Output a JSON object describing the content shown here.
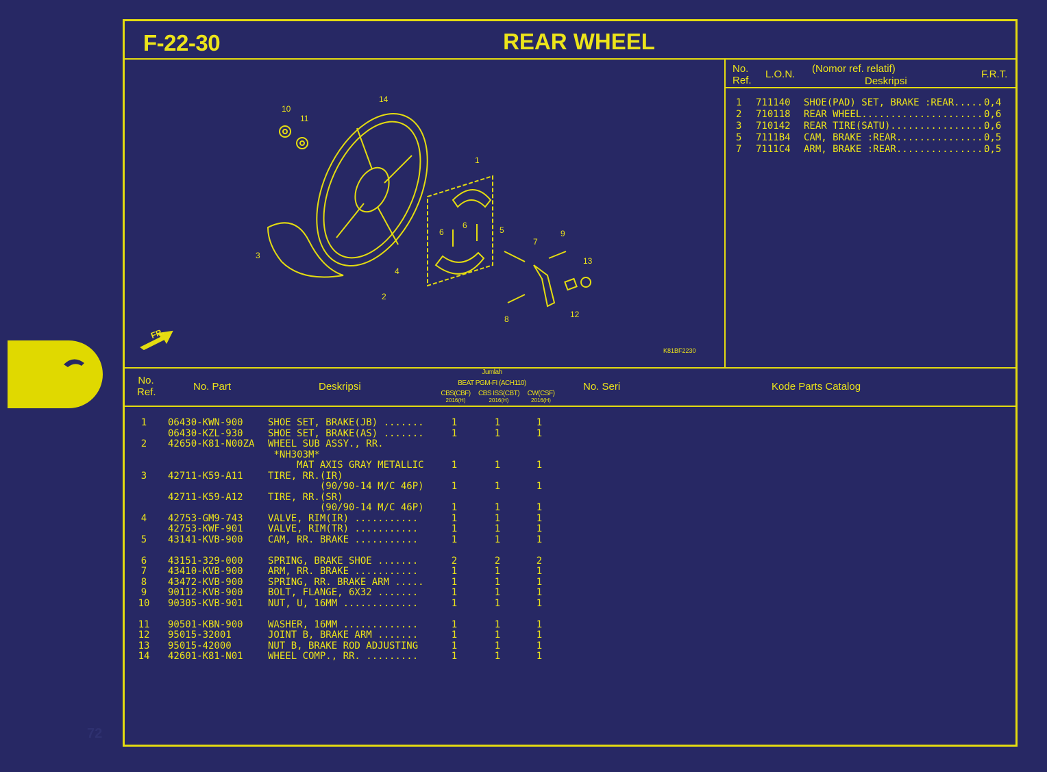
{
  "header": {
    "code": "F-22-30",
    "title": "REAR WHEEL"
  },
  "frt_table": {
    "headers": {
      "ref": "No.\nRef.",
      "ref1": "No.",
      "ref2": "Ref.",
      "lon": "L.O.N.",
      "note": "(Nomor ref. relatif)",
      "desc": "Deskripsi",
      "frt": "F.R.T."
    },
    "rows": [
      {
        "ref": "1",
        "lon": "711140",
        "desc": "SHOE(PAD) SET, BRAKE :REAR.....",
        "frt": "0,4"
      },
      {
        "ref": "2",
        "lon": "710118",
        "desc": "REAR WHEEL......................",
        "frt": "0,6"
      },
      {
        "ref": "3",
        "lon": "710142",
        "desc": "REAR TIRE(SATU).................",
        "frt": "0,6"
      },
      {
        "ref": "5",
        "lon": "7111B4",
        "desc": "CAM, BRAKE :REAR................",
        "frt": "0,5"
      },
      {
        "ref": "7",
        "lon": "7111C4",
        "desc": "ARM, BRAKE :REAR................",
        "frt": "0,5"
      }
    ]
  },
  "diagram": {
    "callouts": [
      "1",
      "2",
      "3",
      "4",
      "5",
      "6",
      "6",
      "7",
      "8",
      "9",
      "10",
      "11",
      "12",
      "13",
      "14"
    ],
    "front_label": "FR.",
    "drawing_code": "K81BF2230"
  },
  "parts_table": {
    "headers": {
      "ref1": "No.",
      "ref2": "Ref.",
      "part": "No. Part",
      "desc": "Deskripsi",
      "qty_title": "Jumlah",
      "model": "BEAT PGM-FI (ACH110)",
      "variants": [
        {
          "name": "CBS(CBF)",
          "year": "2016(H)"
        },
        {
          "name": "CBS ISS(CBT)",
          "year": "2016(H)"
        },
        {
          "name": "CW(CSF)",
          "year": "2016(H)"
        }
      ],
      "serial": "No. Seri",
      "catalog": "Kode Parts Catalog"
    },
    "groups": [
      [
        {
          "ref": "1",
          "part": "06430-KWN-900",
          "desc": "SHOE SET, BRAKE(JB) .......",
          "qty": [
            "1",
            "1",
            "1"
          ]
        },
        {
          "ref": "",
          "part": "06430-KZL-930",
          "desc": "SHOE SET, BRAKE(AS) .......",
          "qty": [
            "1",
            "1",
            "1"
          ]
        },
        {
          "ref": "2",
          "part": "42650-K81-N00ZA",
          "desc": "WHEEL SUB ASSY., RR.",
          "qty": [
            "",
            "",
            ""
          ]
        },
        {
          "ref": "",
          "part": "",
          "desc": " *NH303M*",
          "qty": [
            "",
            "",
            ""
          ]
        },
        {
          "ref": "",
          "part": "",
          "desc": "     MAT AXIS GRAY METALLIC",
          "qty": [
            "1",
            "1",
            "1"
          ]
        },
        {
          "ref": "3",
          "part": "42711-K59-A11",
          "desc": "TIRE, RR.(IR)",
          "qty": [
            "",
            "",
            ""
          ]
        },
        {
          "ref": "",
          "part": "",
          "desc": "         (90/90-14 M/C 46P)",
          "qty": [
            "1",
            "1",
            "1"
          ]
        },
        {
          "ref": "",
          "part": "42711-K59-A12",
          "desc": "TIRE, RR.(SR)",
          "qty": [
            "",
            "",
            ""
          ]
        },
        {
          "ref": "",
          "part": "",
          "desc": "         (90/90-14 M/C 46P)",
          "qty": [
            "1",
            "1",
            "1"
          ]
        },
        {
          "ref": "4",
          "part": "42753-GM9-743",
          "desc": "VALVE, RIM(IR) ...........",
          "qty": [
            "1",
            "1",
            "1"
          ]
        },
        {
          "ref": "",
          "part": "42753-KWF-901",
          "desc": "VALVE, RIM(TR) ...........",
          "qty": [
            "1",
            "1",
            "1"
          ]
        },
        {
          "ref": "5",
          "part": "43141-KVB-900",
          "desc": "CAM, RR. BRAKE ...........",
          "qty": [
            "1",
            "1",
            "1"
          ]
        }
      ],
      [
        {
          "ref": "6",
          "part": "43151-329-000",
          "desc": "SPRING, BRAKE SHOE .......",
          "qty": [
            "2",
            "2",
            "2"
          ]
        },
        {
          "ref": "7",
          "part": "43410-KVB-900",
          "desc": "ARM, RR. BRAKE ...........",
          "qty": [
            "1",
            "1",
            "1"
          ]
        },
        {
          "ref": "8",
          "part": "43472-KVB-900",
          "desc": "SPRING, RR. BRAKE ARM .....",
          "qty": [
            "1",
            "1",
            "1"
          ]
        },
        {
          "ref": "9",
          "part": "90112-KVB-900",
          "desc": "BOLT, FLANGE, 6X32 .......",
          "qty": [
            "1",
            "1",
            "1"
          ]
        },
        {
          "ref": "10",
          "part": "90305-KVB-901",
          "desc": "NUT, U, 16MM .............",
          "qty": [
            "1",
            "1",
            "1"
          ]
        }
      ],
      [
        {
          "ref": "11",
          "part": "90501-KBN-900",
          "desc": "WASHER, 16MM .............",
          "qty": [
            "1",
            "1",
            "1"
          ]
        },
        {
          "ref": "12",
          "part": "95015-32001",
          "desc": "JOINT B, BRAKE ARM .......",
          "qty": [
            "1",
            "1",
            "1"
          ]
        },
        {
          "ref": "13",
          "part": "95015-42000",
          "desc": "NUT B, BRAKE ROD ADJUSTING",
          "qty": [
            "1",
            "1",
            "1"
          ]
        },
        {
          "ref": "14",
          "part": "42601-K81-N01",
          "desc": "WHEEL COMP., RR. .........",
          "qty": [
            "1",
            "1",
            "1"
          ]
        }
      ]
    ]
  },
  "page_number": "72",
  "colors": {
    "background": "#272864",
    "accent": "#ece41a"
  }
}
